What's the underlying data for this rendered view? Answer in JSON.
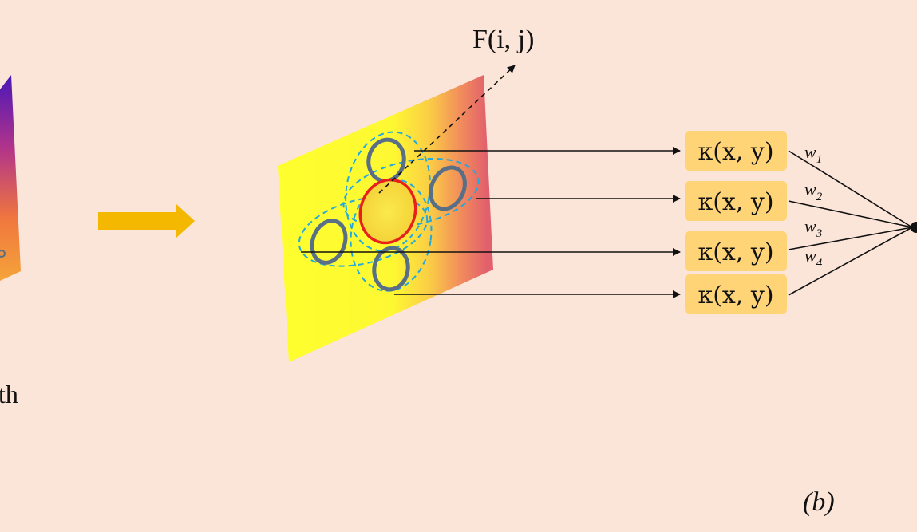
{
  "colors": {
    "background": "#fbe5d9",
    "arrow_fill": "#f5b800",
    "kernel_box": "#fed477",
    "center_region": "#e8201c",
    "neighbor_region": "#586f86",
    "dashed_outline": "#21a9df"
  },
  "labels": {
    "partial_text": "th",
    "function_label": "F(i, j)",
    "panel_label": "(b)"
  },
  "kernels": [
    {
      "text": "κ(x, y)"
    },
    {
      "text": "κ(x, y)"
    },
    {
      "text": "κ(x, y)"
    },
    {
      "text": "κ(x, y)"
    }
  ],
  "weights": [
    {
      "base": "w",
      "sub": "1"
    },
    {
      "base": "w",
      "sub": "2"
    },
    {
      "base": "w",
      "sub": "3"
    },
    {
      "base": "w",
      "sub": "4"
    }
  ]
}
